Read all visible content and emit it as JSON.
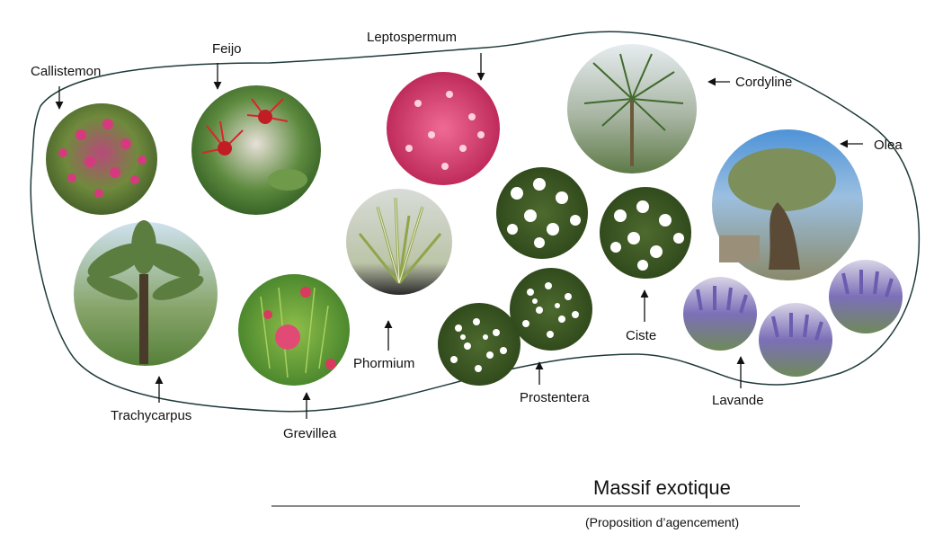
{
  "colors": {
    "outline": "#1f3a3a",
    "arrow": "#111111",
    "underline": "#111111"
  },
  "title": "Massif exotique",
  "subtitle": "(Proposition d’agencement)",
  "plants": {
    "callistemon": {
      "label": "Callistemon",
      "icon": "callistemon-photo"
    },
    "feijo": {
      "label": "Feijo",
      "icon": "feijo-photo"
    },
    "leptospermum": {
      "label": "Leptospermum",
      "icon": "leptospermum-photo"
    },
    "cordyline": {
      "label": "Cordyline",
      "icon": "cordyline-photo"
    },
    "olea": {
      "label": "Olea",
      "icon": "olea-photo"
    },
    "trachycarpus": {
      "label": "Trachycarpus",
      "icon": "trachycarpus-photo"
    },
    "grevillea": {
      "label": "Grevillea",
      "icon": "grevillea-photo"
    },
    "phormium": {
      "label": "Phormium",
      "icon": "phormium-photo"
    },
    "prostentera": {
      "label": "Prostentera",
      "icon": "prostanthera-photo"
    },
    "ciste": {
      "label": "Ciste",
      "icon": "ciste-photo"
    },
    "lavande": {
      "label": "Lavande",
      "icon": "lavender-photo"
    }
  }
}
